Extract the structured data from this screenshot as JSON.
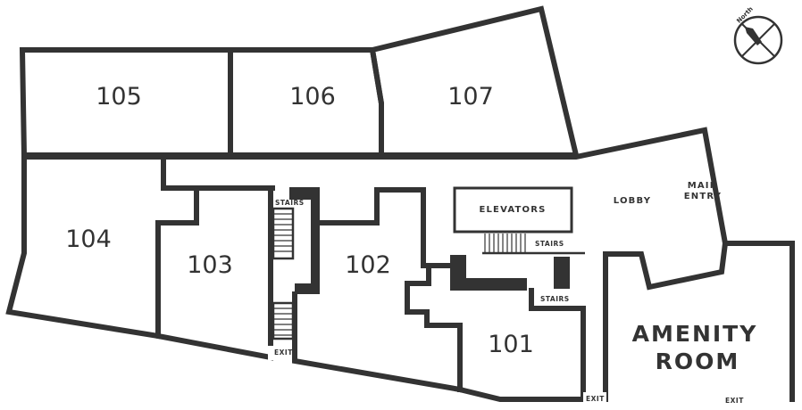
{
  "rooms": {
    "r105": "105",
    "r106": "106",
    "r107": "107",
    "r104": "104",
    "r103": "103",
    "r102": "102",
    "r101": "101"
  },
  "labels": {
    "elevators": "ELEVATORS",
    "lobby": "LOBBY",
    "main_entry_line1": "MAIN",
    "main_entry_line2": "ENTRY",
    "stairs_left": "STAIRS",
    "stairs_upper": "STAIRS",
    "stairs_lower": "STAIRS",
    "exit_left": "EXIT",
    "exit_center": "EXIT",
    "exit_right": "EXIT",
    "amenity_line1": "AMENITY",
    "amenity_line2": "ROOM"
  },
  "compass": {
    "label": "North",
    "icon": "compass-icon"
  },
  "colors": {
    "wall": "#333333",
    "background": "#ffffff"
  }
}
